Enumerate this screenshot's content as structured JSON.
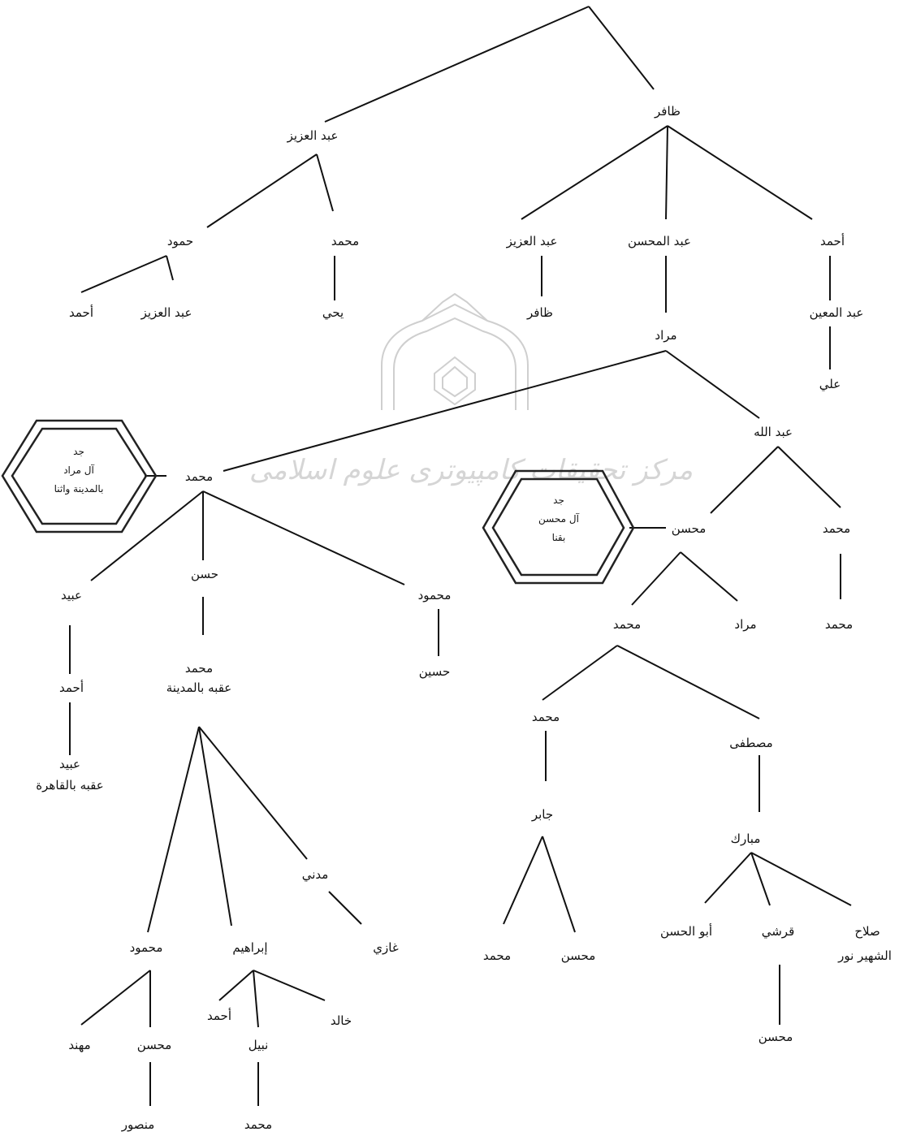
{
  "watermark": {
    "text": "مرکز تحقیقات کامپیوتری علوم اسلامی",
    "icon": "seal-emblem-icon"
  },
  "nodes": {
    "zafir": "ظافر",
    "abdulaziz_top": "عبد العزيز",
    "hamud": "حمود",
    "muhammad_1": "محمد",
    "ahmad_1": "أحمد",
    "abdulaziz_2": "عبد العزيز",
    "yahya": "يحي",
    "abdulaziz_3": "عبد العزيز",
    "abdulmuhsin": "عبد المحسن",
    "ahmad_2": "أحمد",
    "zafir_2": "ظافر",
    "abdulmuin": "عبد المعين",
    "ali": "علي",
    "murad": "مراد",
    "abdullah": "عبد الله",
    "muhammad_left": "محمد",
    "ubaid": "عبيد",
    "hasan": "حسن",
    "mahmud_1": "محمود",
    "ahmad_3": "أحمد",
    "ubaid_2": "عبيد",
    "ubaid_2_note": "عقبه بالقاهرة",
    "muhammad_madina": "محمد",
    "muhammad_madina_note": "عقبه بالمدينة",
    "husain": "حسين",
    "muhsin_r": "محسن",
    "muhammad_r": "محمد",
    "muhammad_r2": "محمد",
    "murad_2": "مراد",
    "muhammad_r3": "محمد",
    "muhammad_r4": "محمد",
    "mustafa": "مصطفى",
    "jabir": "جابر",
    "mubarak": "مبارك",
    "muhammad_j": "محمد",
    "muhsin_j": "محسن",
    "abulhasan": "أبو الحسن",
    "qurashi": "قرشي",
    "salah": "صلاح",
    "salah_note": "الشهير نور",
    "muhsin_q": "محسن",
    "madani": "مدني",
    "mahmud_2": "محمود",
    "ibrahim": "إبراهيم",
    "ghazi": "غازي",
    "muhannad": "مهند",
    "muhsin_m": "محسن",
    "mansur": "منصور",
    "ahmad_i": "أحمد",
    "nabil": "نبيل",
    "khalid": "خالد",
    "muhammad_n": "محمد"
  },
  "hexagons": {
    "left": {
      "line1": "جد",
      "line2": "آل مراد",
      "line3": "بالمدينة واثنا"
    },
    "right": {
      "line1": "جد",
      "line2": "آل محسن",
      "line3": "بقنا"
    }
  }
}
